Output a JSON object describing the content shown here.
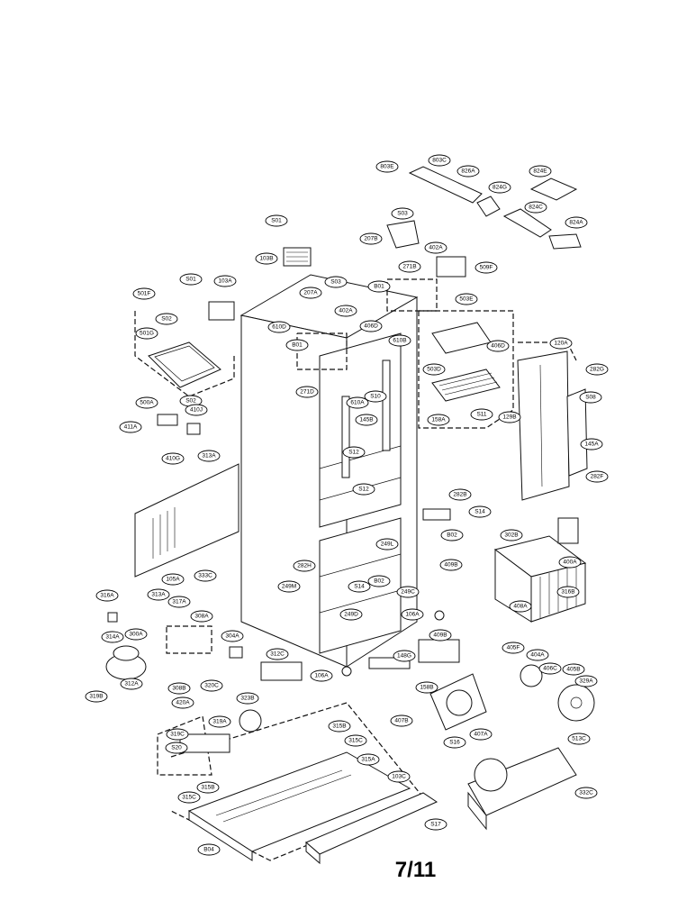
{
  "page_number": "7/11",
  "callouts": [
    "803E",
    "803C",
    "826A",
    "824E",
    "824G",
    "824C",
    "824A",
    "S01",
    "S03",
    "207B",
    "402A",
    "103B",
    "271B",
    "509F",
    "S01",
    "103A",
    "207A",
    "S03",
    "B01",
    "501F",
    "S02",
    "402A",
    "503E",
    "120A",
    "501G",
    "610D",
    "406D",
    "610B",
    "B01",
    "503D",
    "406D",
    "282G",
    "271D",
    "610A",
    "S10",
    "S08",
    "S11",
    "158A",
    "129B",
    "500A",
    "S02",
    "145B",
    "411A",
    "410J",
    "S12",
    "145A",
    "410G",
    "313A",
    "S12",
    "282F",
    "282B",
    "S14",
    "B02",
    "302B",
    "282H",
    "249L",
    "409B",
    "105A",
    "333C",
    "249M",
    "S14",
    "B02",
    "249C",
    "400A",
    "316B",
    "316A",
    "313A",
    "317A",
    "249D",
    "408A",
    "308A",
    "106A",
    "304A",
    "314A",
    "300A",
    "312A",
    "405F",
    "404A",
    "312C",
    "148G",
    "409B",
    "406C",
    "319B",
    "106A",
    "405B",
    "308B",
    "320C",
    "158B",
    "329A",
    "420A",
    "323B",
    "319C",
    "319A",
    "315B",
    "407B",
    "S20",
    "315C",
    "S16",
    "407A",
    "513C",
    "315A",
    "103C",
    "315C",
    "332C",
    "315B",
    "S17",
    "B04"
  ]
}
